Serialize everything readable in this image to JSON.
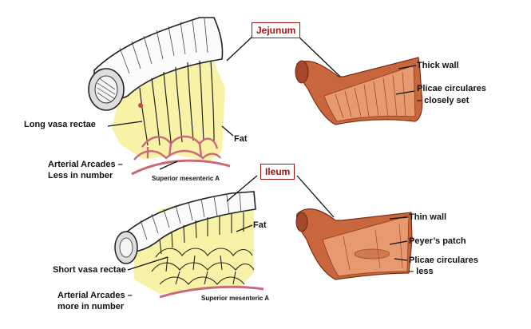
{
  "titles": {
    "jejunum": "Jejunum",
    "ileum": "Ileum"
  },
  "jejunum_labels": {
    "long_vasa_rectae": "Long vasa rectae",
    "fat": "Fat",
    "arcades_line1": "Arterial Arcades –",
    "arcades_line2": "Less in number",
    "superior_mesenteric": "Superior mesenteric A",
    "thick_wall": "Thick wall",
    "plicae_line1": "Plicae circulares",
    "plicae_line2": "– closely set"
  },
  "ileum_labels": {
    "fat": "Fat",
    "short_vasa_rectae": "Short vasa rectae",
    "arcades_line1": "Arterial Arcades –",
    "arcades_line2": "more in number",
    "superior_mesenteric": "Superior mesenteric A",
    "thin_wall": "Thin wall",
    "peyers_patch": "Peyer’s patch",
    "plicae_line1": "Plicae circulares",
    "plicae_line2": "– less"
  },
  "colors": {
    "fat": "#f7f2a6",
    "artery": "#c86a7a",
    "title_border": "#9a1515",
    "intestine": "#c8663e",
    "intestine_inner": "#e79a70"
  }
}
